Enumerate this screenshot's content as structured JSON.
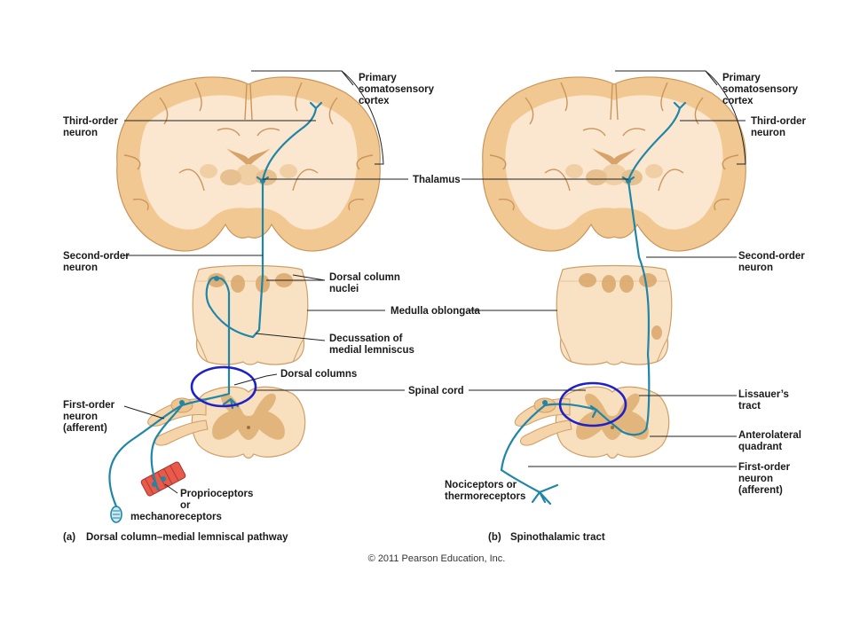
{
  "panel_a": {
    "labels": {
      "primary_cortex": [
        "Primary",
        "somatosensory",
        "cortex"
      ],
      "third_order": [
        "Third-order",
        "neuron"
      ],
      "thalamus": "Thalamus",
      "second_order": [
        "Second-order",
        "neuron"
      ],
      "dorsal_column_nuclei": [
        "Dorsal column",
        "nuclei"
      ],
      "medulla": "Medulla oblongata",
      "decussation": [
        "Decussation of",
        "medial lemniscus"
      ],
      "dorsal_columns": "Dorsal columns",
      "spinal_cord": "Spinal cord",
      "first_order": [
        "First-order",
        "neuron",
        "(afferent)"
      ],
      "receptors": [
        "Proprioceptors",
        "or",
        "mechanoreceptors"
      ]
    },
    "caption_letter": "(a)",
    "caption": "Dorsal column–medial lemniscal pathway"
  },
  "panel_b": {
    "labels": {
      "primary_cortex": [
        "Primary",
        "somatosensory",
        "cortex"
      ],
      "third_order": [
        "Third-order",
        "neuron"
      ],
      "second_order": [
        "Second-order",
        "neuron"
      ],
      "lissauer": [
        "Lissauer’s",
        "tract"
      ],
      "anterolateral": [
        "Anterolateral",
        "quadrant"
      ],
      "first_order": [
        "First-order",
        "neuron",
        "(afferent)"
      ],
      "receptors": [
        "Nociceptors or",
        "thermoreceptors"
      ]
    },
    "caption_letter": "(b)",
    "caption": "Spinothalamic tract"
  },
  "copyright": "© 2011 Pearson Education, Inc.",
  "colors": {
    "neuron": "#1f86a8",
    "highlight_ring": "#2020c8",
    "brain_tissue": "#f2c892",
    "receptor": "#e85a4a"
  }
}
